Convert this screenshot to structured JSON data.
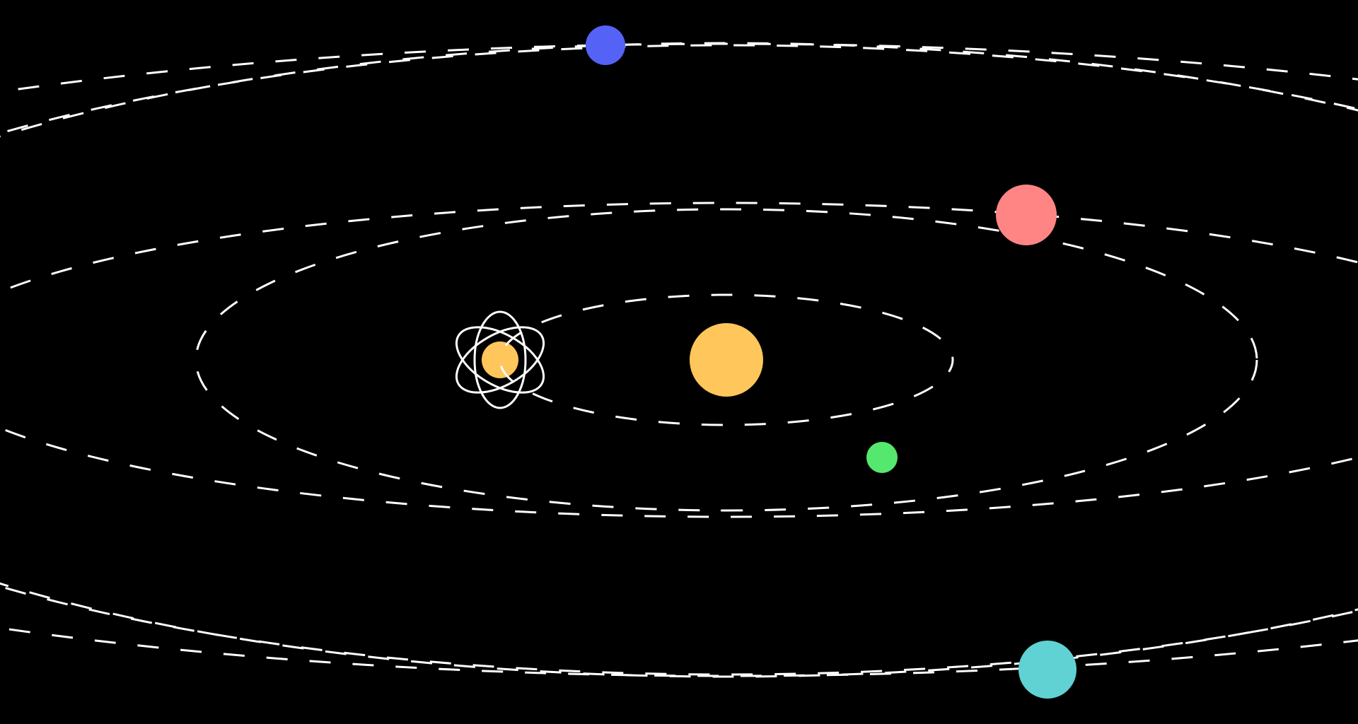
{
  "scene": {
    "background": "#000000",
    "orbit_color": "#ffffff",
    "orbit_style": "dashed"
  },
  "center_body": {
    "name": "sun",
    "color": "#ffc65c"
  },
  "atom_icon": {
    "icon": "atom-icon",
    "nucleus_color": "#ffc65c",
    "ring_color": "#ffffff"
  },
  "planets": [
    {
      "name": "green-planet",
      "color": "#55e86e"
    },
    {
      "name": "pink-planet",
      "color": "#ff8585"
    },
    {
      "name": "blue-planet",
      "color": "#5463f5"
    },
    {
      "name": "cyan-planet",
      "color": "#60d2d3"
    }
  ]
}
